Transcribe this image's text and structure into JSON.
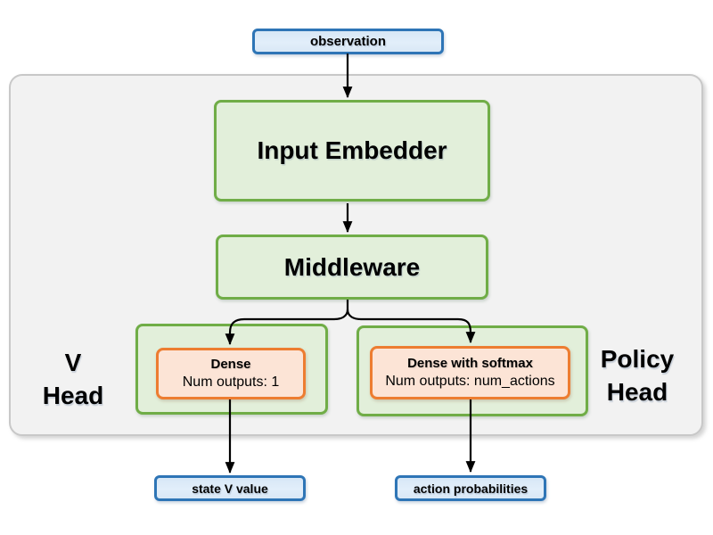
{
  "colors": {
    "io_fill": "#dbe9f6",
    "io_border": "#2e75b6",
    "block_fill": "#e2efda",
    "block_border": "#70ad47",
    "dense_fill": "#fce4d6",
    "dense_border": "#ed7d31",
    "container_fill": "#f2f2f2",
    "container_border": "#c8c8c8",
    "arrow": "#000000"
  },
  "io_nodes": {
    "observation": "observation",
    "state_v_value": "state V value",
    "action_probabilities": "action probabilities"
  },
  "blocks": {
    "input_embedder": "Input Embedder",
    "middleware": "Middleware"
  },
  "heads": {
    "v": {
      "label_lines": [
        "V",
        "Head"
      ],
      "dense_title": "Dense",
      "dense_subtitle": "Num outputs: 1"
    },
    "policy": {
      "label_lines": [
        "Policy",
        "Head"
      ],
      "dense_title": "Dense with softmax",
      "dense_subtitle": "Num outputs: num_actions"
    }
  },
  "edges": [
    {
      "from": "observation",
      "to": "input_embedder"
    },
    {
      "from": "input_embedder",
      "to": "middleware"
    },
    {
      "from": "middleware",
      "to": "v_head_dense"
    },
    {
      "from": "middleware",
      "to": "policy_head_dense"
    },
    {
      "from": "v_head_dense",
      "to": "state_v_value"
    },
    {
      "from": "policy_head_dense",
      "to": "action_probabilities"
    }
  ]
}
